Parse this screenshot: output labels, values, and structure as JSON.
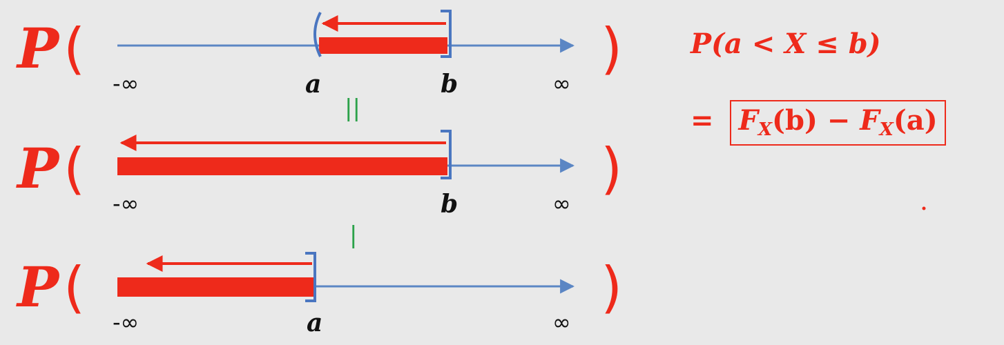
{
  "colors": {
    "background": "#e9e9e9",
    "accent_red": "#ee2a1b",
    "axis_blue": "#5b86c4",
    "bracket_blue": "#4a76c0",
    "separator_green": "#2ca24a",
    "label_dark": "#111111"
  },
  "rows": [
    {
      "prob_label": "P",
      "open_paren": "(",
      "close_paren": ")",
      "left_label": "-∞",
      "right_label": "∞",
      "markers": [
        {
          "id": "a",
          "label": "a"
        },
        {
          "id": "b",
          "label": "b"
        }
      ],
      "shaded_interval": [
        "a",
        "b"
      ],
      "arrow_to": "a"
    },
    {
      "prob_label": "P",
      "open_paren": "(",
      "close_paren": ")",
      "left_label": "-∞",
      "right_label": "∞",
      "markers": [
        {
          "id": "b",
          "label": "b"
        }
      ],
      "shaded_interval": [
        "-∞",
        "b"
      ],
      "arrow_to": "-∞"
    },
    {
      "prob_label": "P",
      "open_paren": "(",
      "close_paren": ")",
      "left_label": "-∞",
      "right_label": "∞",
      "markers": [
        {
          "id": "a",
          "label": "a"
        }
      ],
      "shaded_interval": [
        "-∞",
        "a"
      ],
      "arrow_to": "-∞"
    }
  ],
  "separators": [
    "||",
    "|"
  ],
  "formula": {
    "line1": "P(a < X ≤ b)",
    "line2_prefix": "=",
    "boxed_F": "F",
    "boxed_sub": "X",
    "boxed_arg_b": "(b)",
    "boxed_minus": " − ",
    "boxed_arg_a": "(a)"
  }
}
